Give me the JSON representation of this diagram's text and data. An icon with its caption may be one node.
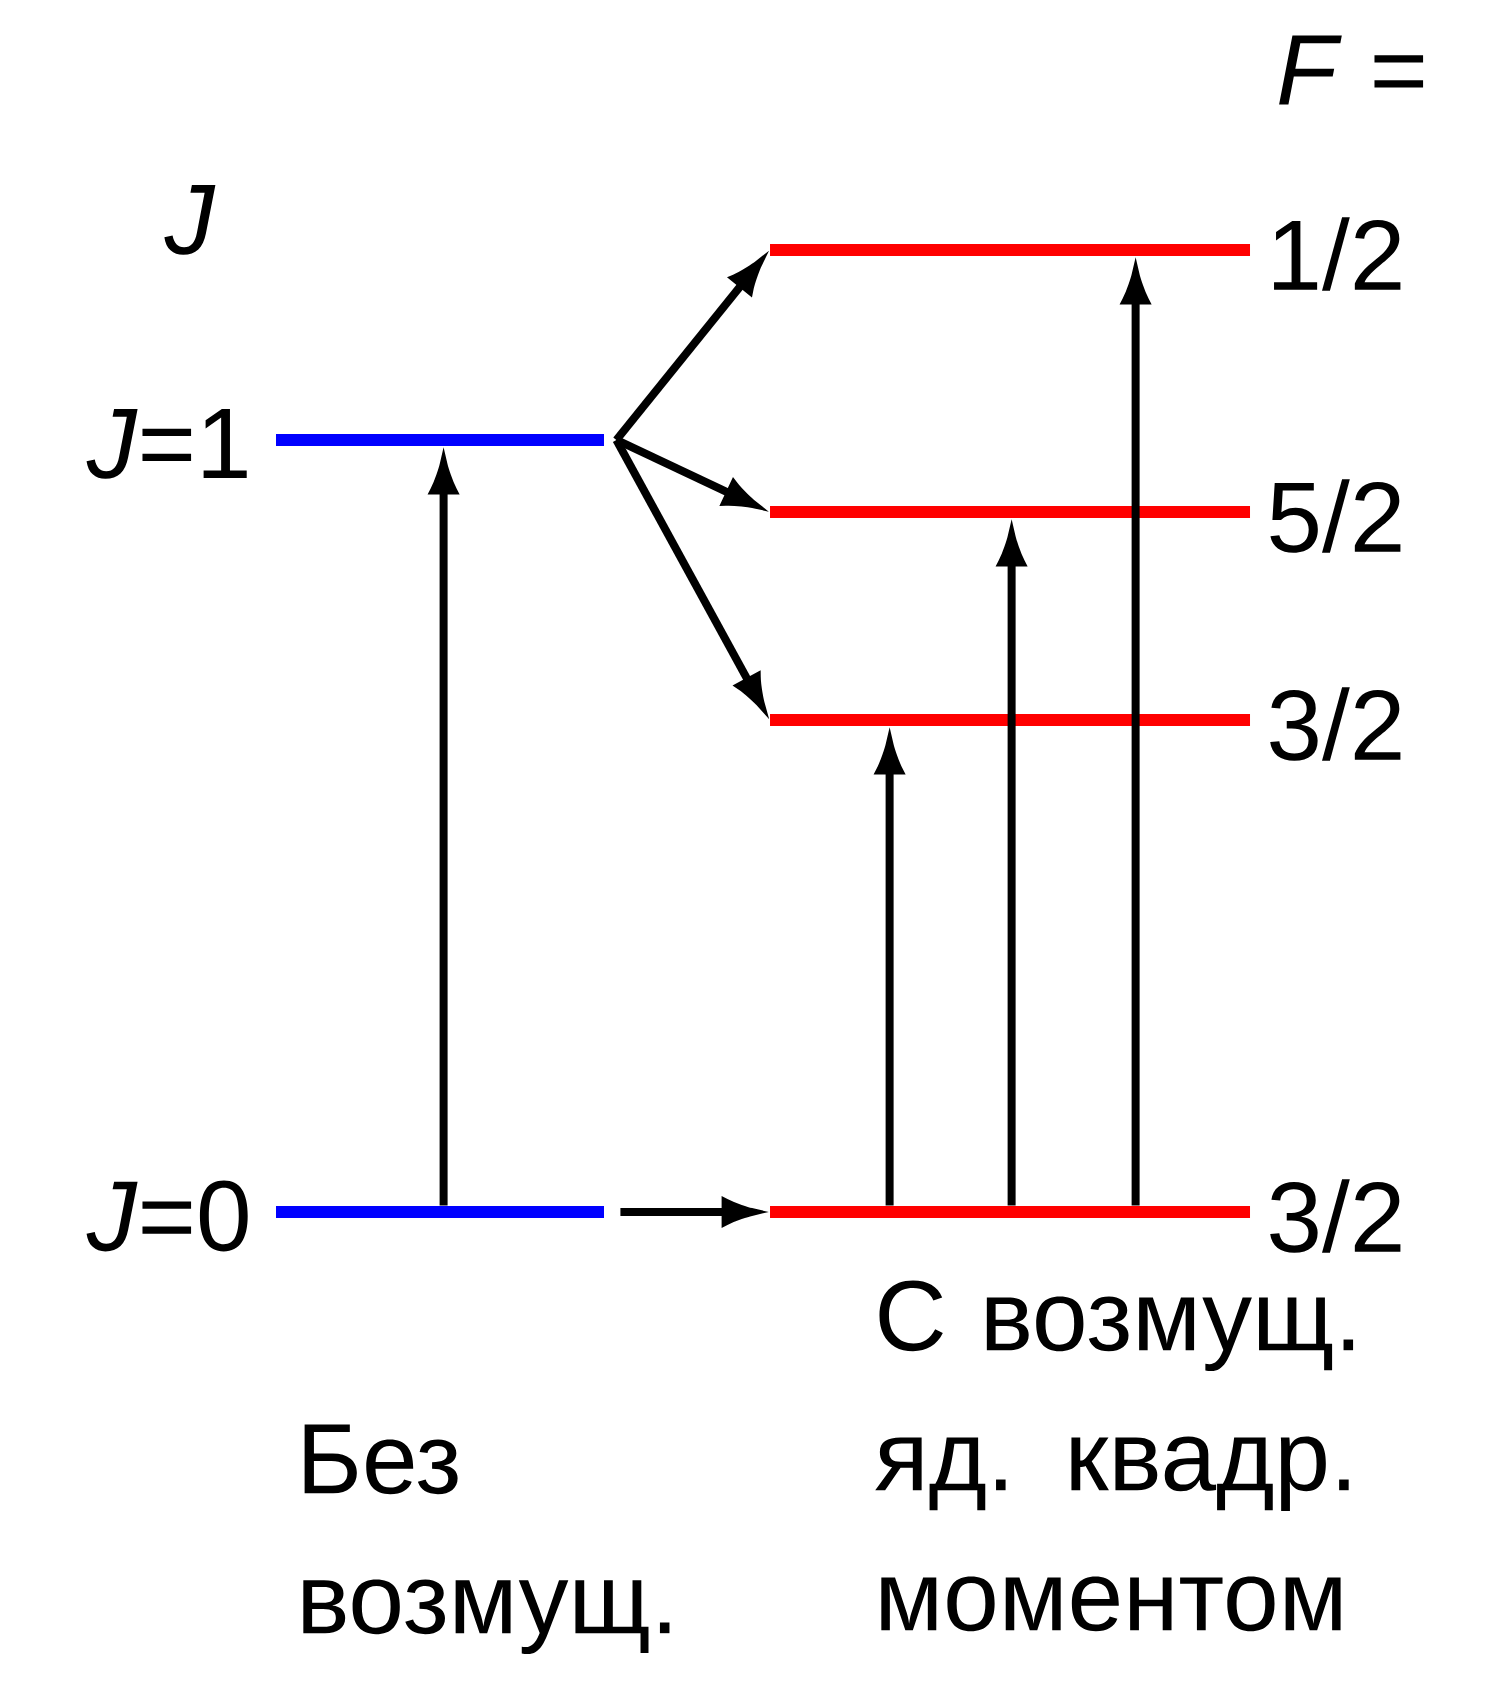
{
  "diagram": {
    "nodes": [
      {
        "text": [
          "*J*=1"
        ]
      },
      {
        "text": [
          "*J*=0"
        ]
      },
      {
        "text": [
          "1/2"
        ]
      },
      {
        "text": [
          "5/2"
        ]
      },
      {
        "text": [
          "3/2"
        ]
      },
      {
        "text": [
          "3/2"
        ]
      }
    ],
    "edges": [
      {
        "from": 1,
        "to": 0,
        "arrow": "to"
      },
      {
        "from": 0,
        "to": 2,
        "arrow": "to"
      },
      {
        "from": 0,
        "to": 3,
        "arrow": "to"
      },
      {
        "from": 0,
        "to": 4,
        "arrow": "to"
      },
      {
        "from": 1,
        "to": 5,
        "arrow": "to"
      },
      {
        "from": 5,
        "to": 4,
        "arrow": "to"
      },
      {
        "from": 5,
        "to": 3,
        "arrow": "to"
      },
      {
        "from": 5,
        "to": 2,
        "arrow": "to"
      }
    ],
    "labels": [
      "*J*",
      "*F* =",
      "Без возмущ.",
      "С возмущ. яд. квадр. моментом"
    ]
  }
}
